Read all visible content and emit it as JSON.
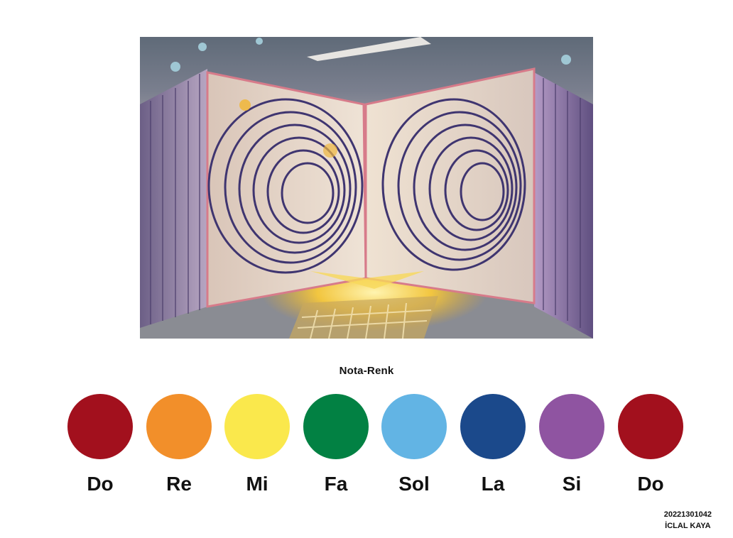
{
  "artwork": {
    "icon": "surreal-speaker-room-illustration"
  },
  "section_title": "Nota-Renk",
  "notes": [
    {
      "label": "Do",
      "color": "#a2101d"
    },
    {
      "label": "Re",
      "color": "#f28f2a"
    },
    {
      "label": "Mi",
      "color": "#fae84c"
    },
    {
      "label": "Fa",
      "color": "#028143"
    },
    {
      "label": "Sol",
      "color": "#62b4e4"
    },
    {
      "label": "La",
      "color": "#1b498b"
    },
    {
      "label": "Si",
      "color": "#8f54a1"
    },
    {
      "label": "Do",
      "color": "#a2101d"
    }
  ],
  "credits": {
    "student_id": "20221301042",
    "name": "İCLAL KAYA"
  }
}
